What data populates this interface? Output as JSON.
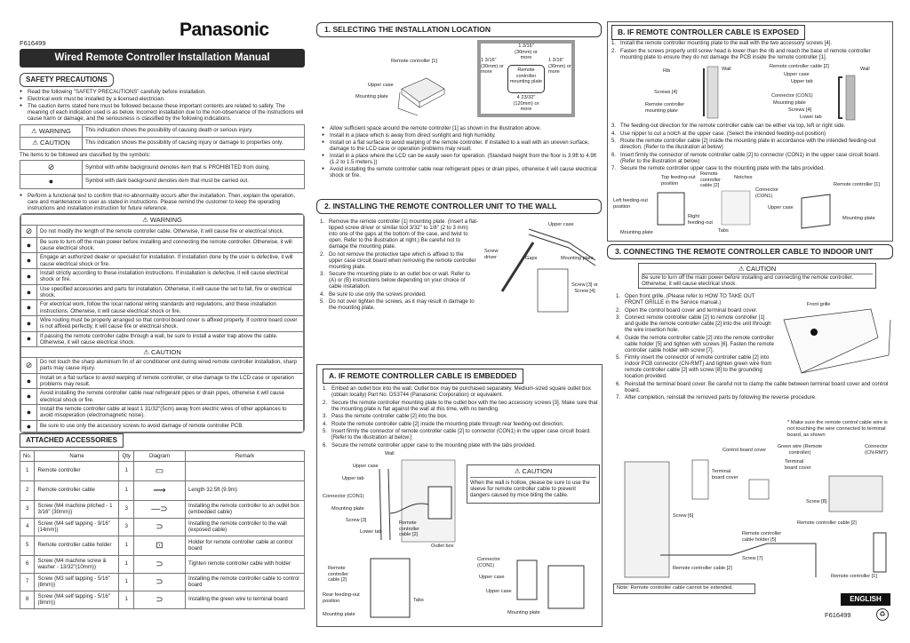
{
  "header": {
    "brand": "Panasonic",
    "doc_no": "F616499",
    "title": "Wired Remote Controller Installation Manual"
  },
  "safety": {
    "heading": "SAFETY PRECAUTIONS",
    "bullets": [
      "Read the following \"SAFETY PRECAUTIONS\" carefully before installation.",
      "Electrical work must be installed by a licensed electrician.",
      "The caution items stated here must be followed because these important contents are related to safety. The meaning of each indication used is as below. Incorrect installation due to the non-observance of the instructions will cause harm or damage, and the seriousness is classified by the following indications."
    ],
    "indications": [
      {
        "label": "⚠ WARNING",
        "text": "This indication shows the possibility of causing death or serious injury."
      },
      {
        "label": "⚠ CAUTION",
        "text": "This indication shows the possibility of causing injury or damage to properties only."
      }
    ],
    "symbols_intro": "The items to be followed are classified by the symbols:",
    "symbols": [
      {
        "icon": "⃠",
        "text": "Symbol with white background denotes item that is PROHIBITED from doing."
      },
      {
        "icon": "❶",
        "text": "Symbol with dark background denotes item that must be carried out."
      }
    ],
    "functional_test": "Perform a functional test to confirm that no abnormality occurs after the installation. Then, explain the operation, care and maintenance to user as stated in instructions. Please remind the customer to keep the operating instructions and installation instruction for future reference.",
    "warning_title": "⚠ WARNING",
    "warnings": [
      {
        "type": "prohibited",
        "text": "Do not modify the length of the remote controller cable. Otherwise, it will cause fire or electrical shock."
      },
      {
        "type": "mandatory",
        "text": "Be sure to turn off the main power before installing and connecting the remote controller. Otherwise, it will cause electrical shock."
      },
      {
        "type": "mandatory",
        "text": "Engage an authorized dealer or specialist for installation. If installation done by the user is defective, it will cause electrical shock or fire."
      },
      {
        "type": "mandatory",
        "text": "Install strictly according to these installation instructions. If installation is defective, it will cause electrical shock or fire."
      },
      {
        "type": "mandatory",
        "text": "Use specified accessories and parts for installation. Otherwise, it will cause the set to fall, fire or electrical shock."
      },
      {
        "type": "mandatory",
        "text": "For electrical work, follow the local national wiring standards and regulations, and these installation instructions. Otherwise, it will cause electrical shock or fire."
      },
      {
        "type": "mandatory",
        "text": "Wire routing must be properly arranged so that control board cover is affixed properly. If control board cover is not affixed perfectly, it will cause fire or electrical shock."
      },
      {
        "type": "mandatory",
        "text": "If passing the remote controller cable through a wall, be sure to install a water trap above the cable. Otherwise, it will cause electrical shock."
      }
    ],
    "caution_title": "⚠ CAUTION",
    "cautions": [
      {
        "type": "prohibited",
        "text": "Do not touch the sharp aluminium fin of air conditioner unit during wired remote controller installation, sharp parts may cause injury."
      },
      {
        "type": "mandatory",
        "text": "Install on a flat surface to avoid warping of remote controller, or else damage to the LCD case or operation problems may result."
      },
      {
        "type": "mandatory",
        "text": "Avoid installing the remote controller cable near refrigerant pipes or drain pipes, otherwise it will cause electrical shock or fire."
      },
      {
        "type": "mandatory",
        "text": "Install the remote controller cable at least 1 31/32\"(5cm) away from electric wires of other appliances to avoid misoperation (electromagnetic noise)."
      },
      {
        "type": "mandatory",
        "text": "Be sure to use only the accessory screws to avoid damage of remote controller PCB."
      }
    ]
  },
  "accessories": {
    "heading": "ATTACHED ACCESSORIES",
    "columns": [
      "No.",
      "Name",
      "Qty",
      "Diagram",
      "Remark"
    ],
    "rows": [
      {
        "no": "1",
        "name": "Remote controller",
        "qty": "1",
        "remark": ""
      },
      {
        "no": "2",
        "name": "Remote controller cable",
        "qty": "1",
        "remark": "Length 32.5ft (9.9m)"
      },
      {
        "no": "3",
        "name": "Screw (M4 machine pitched - 1 3/16\" (30mm))",
        "qty": "3",
        "remark": "Installing the remote controller to an outlet box (embedded cable)"
      },
      {
        "no": "4",
        "name": "Screw (M4 self tapping - 9/16\"(14mm))",
        "qty": "3",
        "remark": "Installing the remote controller to the wall (exposed cable)"
      },
      {
        "no": "5",
        "name": "Remote controller cable holder",
        "qty": "1",
        "remark": "Holder for remote controller cable at control board"
      },
      {
        "no": "6",
        "name": "Screw (M4 machine screw & washer - 13/32\"(10mm))",
        "qty": "1",
        "remark": "Tighten remote controller cable with holder"
      },
      {
        "no": "7",
        "name": "Screw (M3 self tapping - 5/16\"(8mm))",
        "qty": "1",
        "remark": "Installing the remote controller cable to control board"
      },
      {
        "no": "8",
        "name": "Screw (M4 self tapping - 5/16\"(8mm))",
        "qty": "1",
        "remark": "Installing the green wire to terminal board"
      }
    ]
  },
  "section1": {
    "heading": "1.  SELECTING THE INSTALLATION LOCATION",
    "labels": {
      "remote": "Remote controller [1]",
      "upper_case": "Upper case",
      "mounting_plate": "Mounting plate",
      "top": "1 3/16\" (30mm) or more",
      "left": "1 3/16\" (30mm) or more",
      "right": "1 3/16\" (30mm) or more",
      "bottom": "4 23/32\" (120mm) or more",
      "center": "Remote controller mounting plate"
    },
    "bullets": [
      "Allow sufficient space around the remote controller [1] as shown in the illustration above.",
      "Install in a place which is away from direct sunlight and high humidity.",
      "Install on a flat surface to avoid warping of the remote controller. If installed to a wall with an uneven surface, damage to the LCD case or operation problems may result.",
      "Install in a place where the LCD can be easily seen for operation. (Standard height from the floor is 3.9ft to 4.9ft (1.2 to 1.5 meters.))",
      "Avoid installing the remote controller cable near refrigerant pipes or drain pipes, otherwise it will cause electrical shock or fire."
    ]
  },
  "section2": {
    "heading": "2.  INSTALLING THE REMOTE CONTROLLER UNIT TO THE WALL",
    "steps": [
      "Remove the remote controller [1] mounting plate. (Insert a flat-tipped screw driver or similar tool 3/32\" to 1/8\" (2 to 3 mm) into one of the gaps at the bottom of the case, and twist to open. Refer to the illustration at right.) Be careful not to damage the mounting plate.",
      "Do not remove the protective tape which is affixed to the upper case circuit board when removing the remote controller mounting plate.",
      "Secure the mounting plate to an outlet box or wall. Refer to (A) or (B) instructions below depending on your choice of cable installation.",
      "Be sure to use only the screws provided.",
      "Do not over tighten the screws, as it may result in damage to the mounting plate."
    ],
    "labels": {
      "upper_case": "Upper case",
      "screwdriver": "Screw driver",
      "gaps": "Gaps",
      "mounting_plate": "Mounting plate",
      "screws": "Screw [3] or Screw [4]"
    }
  },
  "sectionA": {
    "heading": "A. IF REMOTE CONTROLLER CABLE IS EMBEDDED",
    "steps": [
      "Embed an outlet box into the wall. Outlet box may be purchased separately. Medium-sized square outlet box (obtain locally) Part No. DS3744 (Panasonic Corporation) or equivalent.",
      "Secure the remote controller mounting plate to the outlet box with the two accessory screws [3]. Make sure that the mounting plate is flat against the wall at this time, with no bending.",
      "Pass the remote controller cable [2] into the box.",
      "Route the remote controller cable [2] inside the mounting plate through rear feeding-out direction.",
      "Insert firmly the connector of remote controller cable [2] to connector (CON1) in the upper case circuit board. [Refer to the illustration at below.]",
      "Secure the remote controller upper case to the mounting plate with the tabs provided."
    ],
    "labels": {
      "wall": "Wall",
      "upper_case": "Upper case",
      "upper_tab": "Upper tab",
      "con1": "Connector (CON1)",
      "mounting_plate": "Mounting plate",
      "screw": "Screw [3]",
      "lower_tab": "Lower tab",
      "cable": "Remote controller cable [2]",
      "outlet_box": "Outlet box",
      "rc_cable": "Remote controller cable [2]",
      "rear": "Rear feeding-out position",
      "mp2": "Mounting plate",
      "tabs": "Tabs",
      "con1b": "Connector (CON1)",
      "uc2": "Upper case",
      "uc3": "Upper case",
      "mp3": "Mounting plate"
    },
    "caution_title": "⚠ CAUTION",
    "caution_text": "When the wall is hollow, please be sure to use the sleeve for remote controller cable to prevent dangers caused by mice biting the cable."
  },
  "sectionB": {
    "heading": "B. IF REMOTE CONTROLLER CABLE IS EXPOSED",
    "steps_a": [
      "Install the remote controller mounting plate to the wall with the two accessory screws [4].",
      "Fasten the screws properly until screw head is lower than the rib and reach the base of remote controller mounting plate to ensure they do not damage the PCB inside the remote controller [1]."
    ],
    "steps_b": [
      "The feeding-out direction for the remote controller cable can be either via top, left or right side.",
      "Use nipper to cut a notch at the upper case. (Select the intended feeding-out position)",
      "Route the remote controller cable [2] inside the mounting plate in accordance with the intended feeding-out direction. (Refer to the illustration at below)",
      "Insert firmly the connector of remote controller cable [2] to connector (CON1) in the upper case circuit board. (Refer to the illustration at below)",
      "Secure the remote controller upper case to the mounting plate with the tabs provided."
    ],
    "labels": {
      "rib": "Rib",
      "wall": "Wall",
      "screws": "Screws [4]",
      "rcmp": "Remote controller mounting plate",
      "rcc": "Remote controller cable [2]",
      "wall2": "Wall",
      "uc": "Upper case",
      "ut": "Upper tab",
      "con1": "Connector (CON1)",
      "mp": "Mounting plate",
      "screws2": "Screws [4]",
      "lt": "Lower tab",
      "top": "Top feeding-out position",
      "rcc2": "Remote controller cable [2]",
      "notches": "Notches",
      "con1b": "Connector (CON1)",
      "rc": "Remote controller [1]",
      "left": "Left feeding-out position",
      "right": "Right feeding-out",
      "tabs": "Tabs",
      "uc2": "Upper case",
      "mp2": "Mounting plate",
      "mp3": "Mounting plate"
    }
  },
  "section3": {
    "heading": "3.  CONNECTING THE REMOTE CONTROLLER CABLE TO INDOOR UNIT",
    "caution_title": "⚠ CAUTION",
    "caution_text": "Be sure to turn off the main power before installing and connecting the remote controller. Otherwise, it will cause electrical shock.",
    "steps": [
      "Open front grille. (Please refer to HOW TO TAKE OUT FRONT GRILLE in the Service manual.)",
      "Open the control board cover and terminal board cover.",
      "Connect remote controller cable [2] to remote controller [1] and guide the remote controller cable [2] into the unit through the wire insertion hole.",
      "Guide the remote controller cable [2] into the remote controller cable holder [5] and tighten with screws [6]. Fasten the remote controller cable holder with screw [7].",
      "Firmly insert the connector of remote controller cable [2] into indoor PCB connector (CN-RMT) and tighten green wire from remote controller cable [2] with screw [8] to the grounding location provided.",
      "Reinstall the terminal board cover. Be careful not to clamp the cable between terminal board cover and control board.",
      "After completion, reinstall the removed parts by following the reverse procedure."
    ],
    "note_star": "* Make sure the remote control cable wire is not touching the wire connected to terminal board, as shown",
    "labels": {
      "front_grille": "Front grille",
      "cbc": "Control board cover",
      "green": "Green wire (Remote controller)",
      "cnrmt": "Connector (CN-RMT)",
      "tbc": "Terminal board cover",
      "tbc2": "Terminal board cover",
      "screw8": "Screw [8]",
      "screw6": "Screw [6]",
      "rcc": "Remote controller cable [2]",
      "holder": "Remote controller cable holder [5]",
      "screw7": "Screw [7]",
      "rcc2": "Remote controller cable [2]",
      "rc": "Remote controller [1]"
    },
    "note": "Note: Remote controller cable cannot be extended."
  },
  "footer": {
    "language": "ENGLISH",
    "doc_no": "F616499"
  }
}
